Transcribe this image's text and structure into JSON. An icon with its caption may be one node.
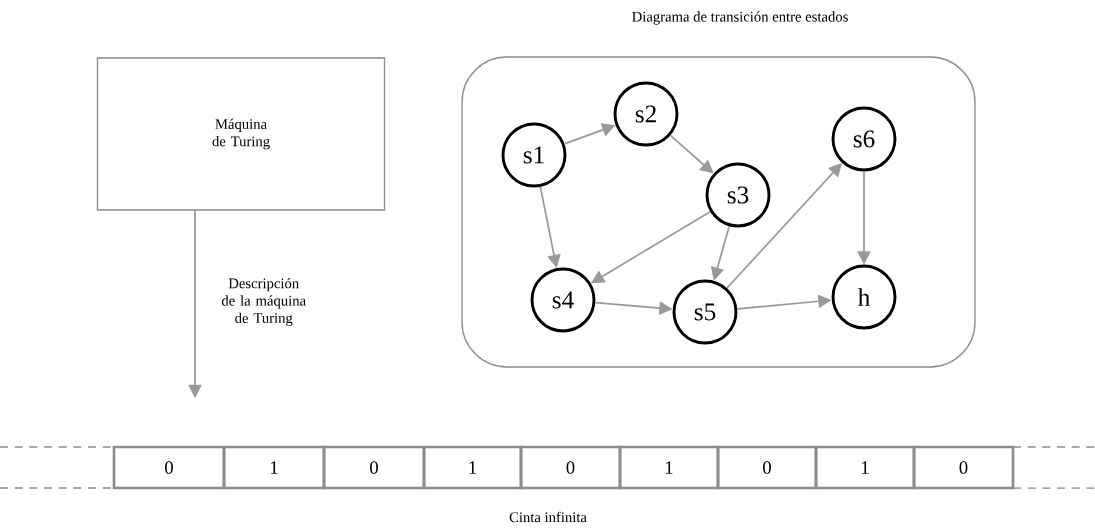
{
  "diagram": {
    "nodes": [
      {
        "text": [
          "Máquina de Turing"
        ]
      },
      {
        "text": [
          "Diagrama de transición entre estados"
        ]
      },
      {
        "text": [
          "s1"
        ],
        "in": 1
      },
      {
        "text": [
          "s2"
        ],
        "in": 1
      },
      {
        "text": [
          "s3"
        ],
        "in": 1
      },
      {
        "text": [
          "s4"
        ],
        "in": 1
      },
      {
        "text": [
          "s5"
        ],
        "in": 1
      },
      {
        "text": [
          "s6"
        ],
        "in": 1
      },
      {
        "text": [
          "h"
        ],
        "in": 1
      },
      {
        "text": [],
        "shape": "bar",
        "beside": [
          "Cinta infinita"
        ]
      },
      {
        "text": [
          "0"
        ],
        "in": 9
      },
      {
        "text": [
          "1"
        ],
        "in": 9
      },
      {
        "text": [
          "0"
        ],
        "in": 9
      },
      {
        "text": [
          "1"
        ],
        "in": 9
      },
      {
        "text": [
          "0"
        ],
        "in": 9
      },
      {
        "text": [
          "1"
        ],
        "in": 9
      },
      {
        "text": [
          "0"
        ],
        "in": 9
      },
      {
        "text": [
          "1"
        ],
        "in": 9
      },
      {
        "text": [
          "0"
        ],
        "in": 9
      }
    ],
    "edges": [
      {
        "from": 0,
        "to": 9,
        "arrow": "to",
        "label": "Descripción de la máquina de Turing"
      },
      {
        "from": 2,
        "to": 3,
        "arrow": "to"
      },
      {
        "from": 2,
        "to": 5,
        "arrow": "to"
      },
      {
        "from": 3,
        "to": 4,
        "arrow": "to"
      },
      {
        "from": 4,
        "to": 5,
        "arrow": "to"
      },
      {
        "from": 4,
        "to": 6,
        "arrow": "to"
      },
      {
        "from": 5,
        "to": 6,
        "arrow": "to"
      },
      {
        "from": 6,
        "to": 7,
        "arrow": "to"
      },
      {
        "from": 6,
        "to": 8,
        "arrow": "to"
      },
      {
        "from": 7,
        "to": 8,
        "arrow": "to"
      }
    ]
  }
}
